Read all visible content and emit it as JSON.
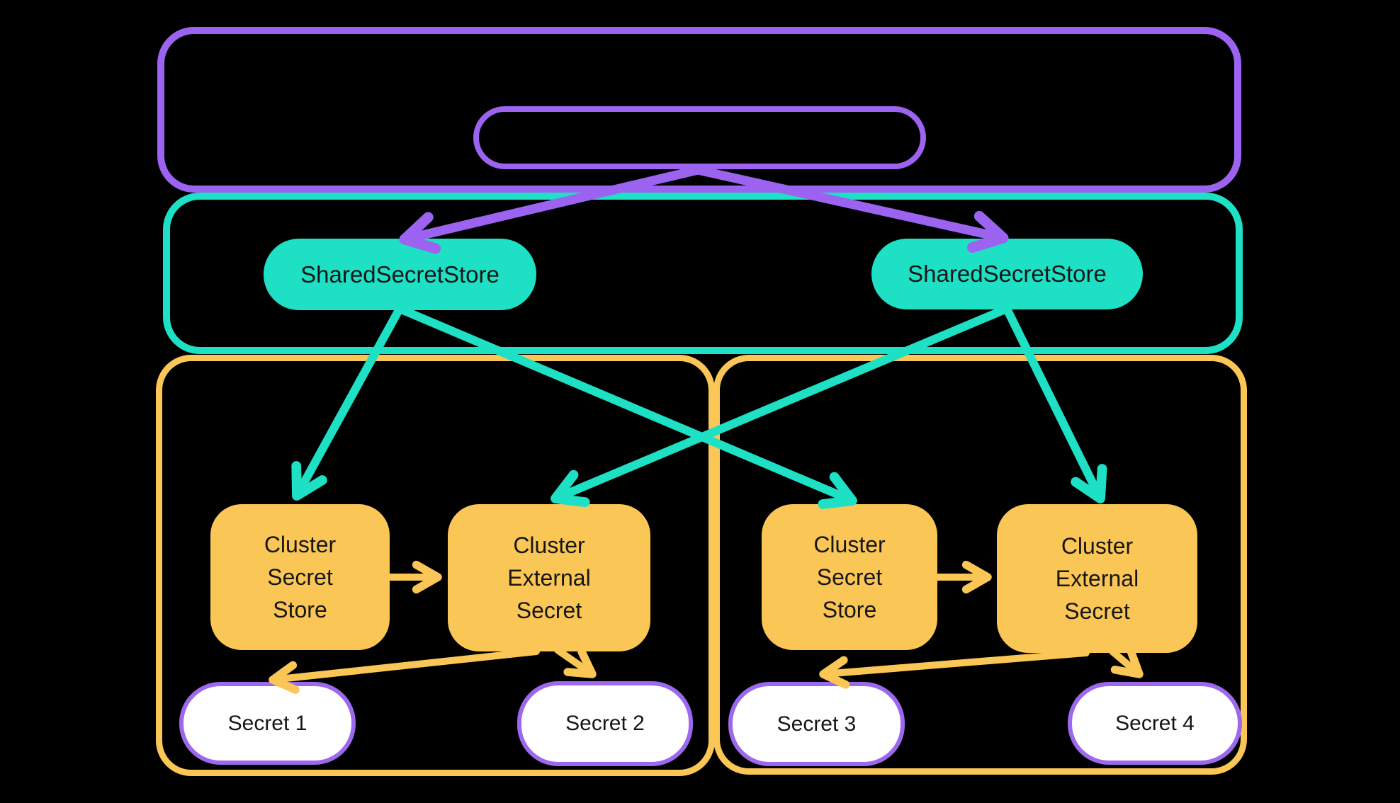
{
  "colors": {
    "purple": "#9B63F0",
    "teal": "#1DE0C5",
    "yellow": "#FAC655",
    "secret_border": "#9C69EE",
    "ink": "#161616",
    "white": "#FFFFFF",
    "bg": "#000000"
  },
  "diagram": {
    "shared_left": "SharedSecretStore",
    "shared_right": "SharedSecretStore",
    "cluster1": {
      "store": [
        "Cluster",
        "Secret",
        "Store"
      ],
      "external": [
        "Cluster",
        "External",
        "Secret"
      ],
      "secrets": [
        "Secret 1",
        "Secret 2"
      ]
    },
    "cluster2": {
      "store": [
        "Cluster",
        "Secret",
        "Store"
      ],
      "external": [
        "Cluster",
        "External",
        "Secret"
      ],
      "secrets": [
        "Secret 3",
        "Secret 4"
      ]
    }
  }
}
